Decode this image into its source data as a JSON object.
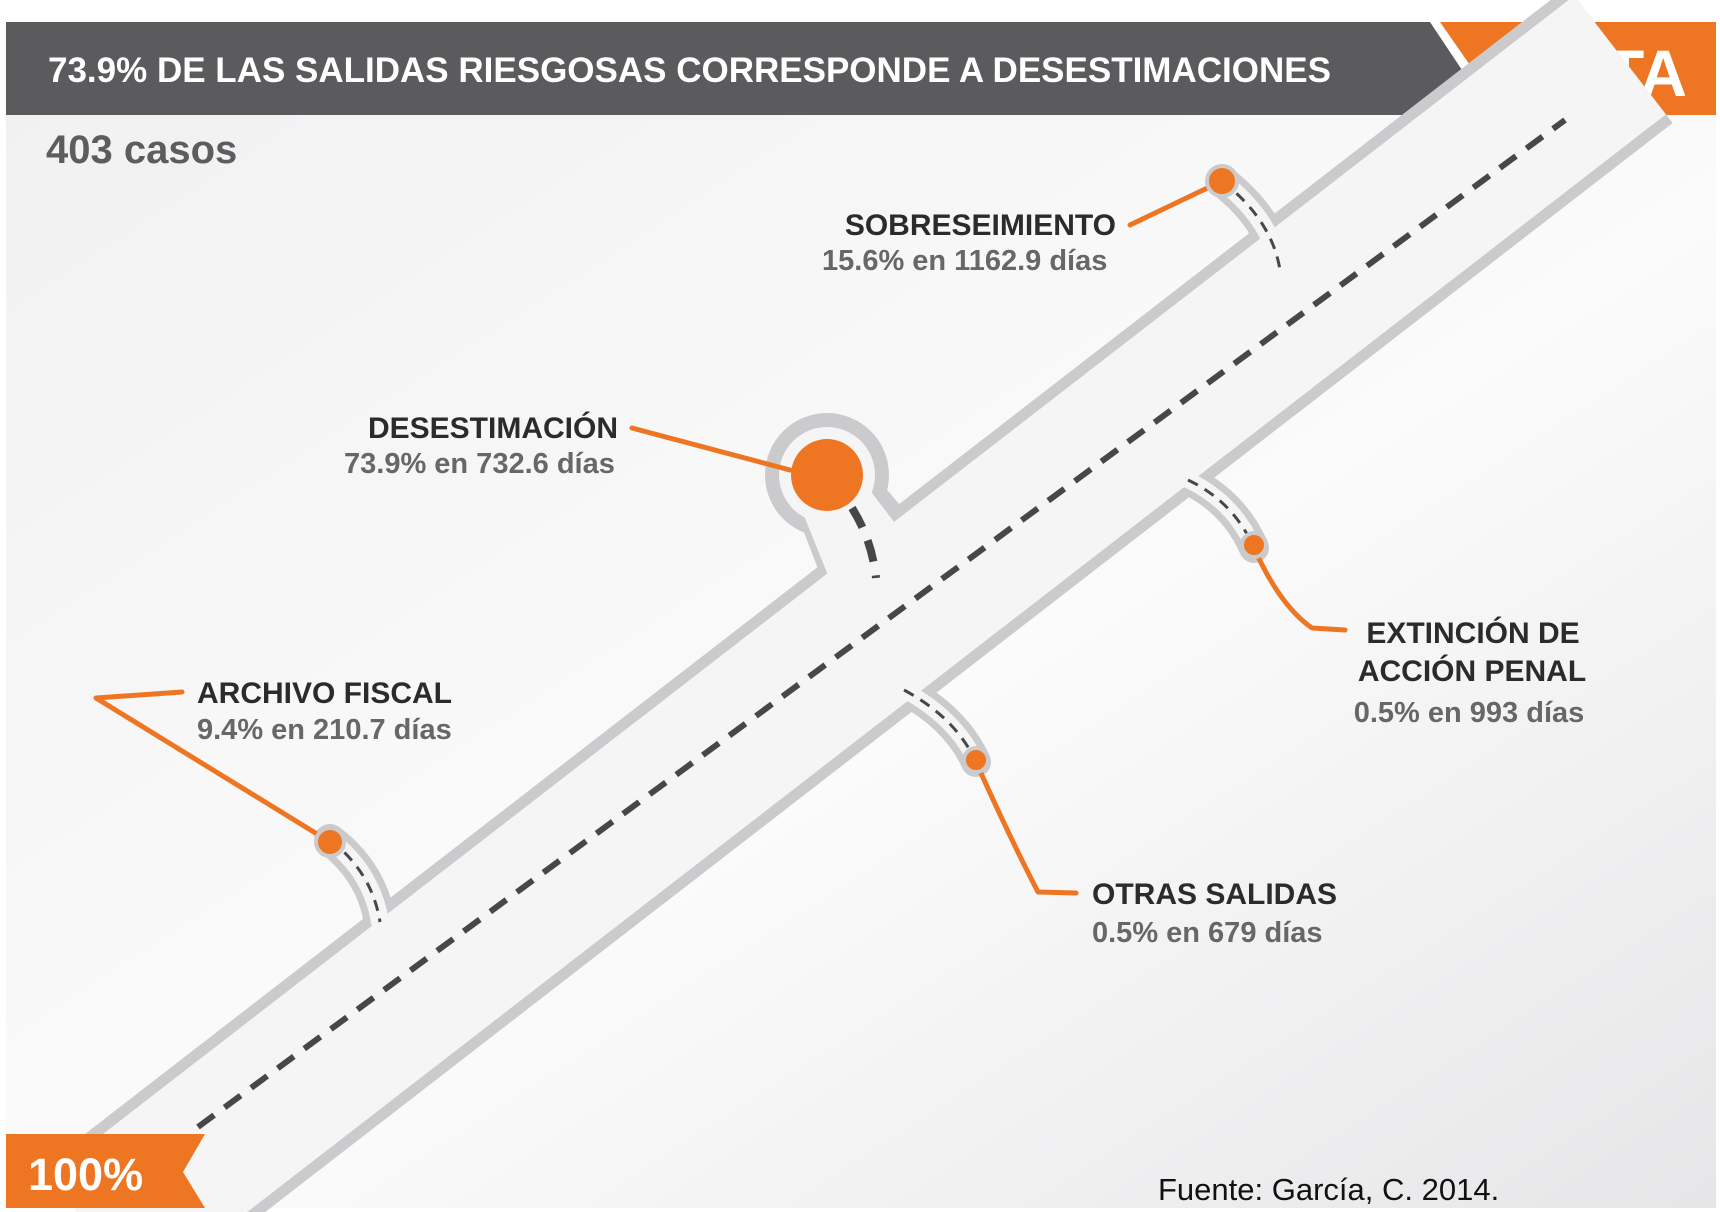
{
  "header": {
    "title": "73.9% DE LAS SALIDAS RIESGOSAS CORRESPONDE A DESESTIMACIONES",
    "goal_label": "META"
  },
  "case_count": "403 casos",
  "start_label": "100%",
  "source": "Fuente: García, C. 2014.",
  "exits": [
    {
      "name": "SOBRESEIMIENTO",
      "detail": "15.6% en 1162.9 días",
      "percent": 15.6,
      "days": 1162.9
    },
    {
      "name": "DESESTIMACIÓN",
      "detail": "73.9% en 732.6 días",
      "percent": 73.9,
      "days": 732.6
    },
    {
      "name": "ARCHIVO FISCAL",
      "detail": "9.4% en 210.7 días",
      "percent": 9.4,
      "days": 210.7
    },
    {
      "name_lines": [
        "EXTINCIÓN DE",
        "ACCIÓN PENAL"
      ],
      "detail": "0.5% en 993 días",
      "percent": 0.5,
      "days": 993
    },
    {
      "name": "OTRAS SALIDAS",
      "detail": "0.5% en 679 días",
      "percent": 0.5,
      "days": 679
    }
  ],
  "colors": {
    "accent": "#ee7623",
    "banner": "#5b5b5e",
    "road": "#f5f5f6",
    "road_edge": "#cbcbcd",
    "dash": "#47474a"
  }
}
